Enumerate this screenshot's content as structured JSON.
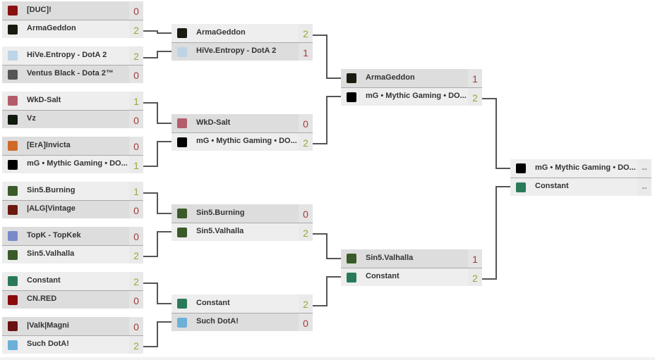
{
  "colors": {
    "win_score": "#95a83a",
    "lose_score": "#a33a3a",
    "connector": "#555555"
  },
  "rounds": [
    {
      "name": "round-1",
      "matches": [
        {
          "teams": [
            {
              "name": "[DUC]!",
              "score": "0",
              "result": "lose",
              "icon": "duc-logo-icon",
              "color": "#8b1010"
            },
            {
              "name": "ArmaGeddon",
              "score": "2",
              "result": "win",
              "icon": "armageddon-logo-icon",
              "color": "#1a1a10"
            }
          ]
        },
        {
          "teams": [
            {
              "name": "HiVe.Entropy - DotA 2",
              "score": "2",
              "result": "win",
              "icon": "hive-logo-icon",
              "color": "#bcd4e6"
            },
            {
              "name": "Ventus Black - Dota 2™",
              "score": "0",
              "result": "lose",
              "icon": "ventus-logo-icon",
              "color": "#555555"
            }
          ]
        },
        {
          "teams": [
            {
              "name": "WkD-Salt",
              "score": "1",
              "result": "win",
              "icon": "wkd-logo-icon",
              "color": "#b35d6a"
            },
            {
              "name": "Vz",
              "score": "0",
              "result": "lose",
              "icon": "vz-logo-icon",
              "color": "#0d1a0d"
            }
          ]
        },
        {
          "teams": [
            {
              "name": "[ErA]Invicta",
              "score": "0",
              "result": "lose",
              "icon": "era-logo-icon",
              "color": "#d06a28"
            },
            {
              "name": "mG • Mythic Gaming • DO...",
              "score": "1",
              "result": "win",
              "icon": "mythic-logo-icon",
              "color": "#000000"
            }
          ]
        },
        {
          "teams": [
            {
              "name": "Sin5.Burning",
              "score": "1",
              "result": "win",
              "icon": "sin5-logo-icon",
              "color": "#3b5a2a"
            },
            {
              "name": "|ALG|Vintage",
              "score": "0",
              "result": "lose",
              "icon": "alg-logo-icon",
              "color": "#6b1a10"
            }
          ]
        },
        {
          "teams": [
            {
              "name": "TopK - TopKek",
              "score": "0",
              "result": "lose",
              "icon": "topk-logo-icon",
              "color": "#7a8ac8"
            },
            {
              "name": "Sin5.Valhalla",
              "score": "2",
              "result": "win",
              "icon": "sin5-logo-icon",
              "color": "#3b5a2a"
            }
          ]
        },
        {
          "teams": [
            {
              "name": "Constant",
              "score": "2",
              "result": "win",
              "icon": "constant-logo-icon",
              "color": "#2a7a5a"
            },
            {
              "name": "CN.RED",
              "score": "0",
              "result": "lose",
              "icon": "cnred-logo-icon",
              "color": "#8a0a0a"
            }
          ]
        },
        {
          "teams": [
            {
              "name": "|Valk|Magni",
              "score": "0",
              "result": "lose",
              "icon": "valk-logo-icon",
              "color": "#6a1010"
            },
            {
              "name": "Such DotA!",
              "score": "2",
              "result": "win",
              "icon": "such-dota-logo-icon",
              "color": "#6cb0d8"
            }
          ]
        }
      ]
    },
    {
      "name": "round-2",
      "matches": [
        {
          "teams": [
            {
              "name": "ArmaGeddon",
              "score": "2",
              "result": "win",
              "icon": "armageddon-logo-icon",
              "color": "#1a1a10"
            },
            {
              "name": "HiVe.Entropy - DotA 2",
              "score": "1",
              "result": "lose",
              "icon": "hive-logo-icon",
              "color": "#bcd4e6"
            }
          ]
        },
        {
          "teams": [
            {
              "name": "WkD-Salt",
              "score": "0",
              "result": "lose",
              "icon": "wkd-logo-icon",
              "color": "#b35d6a"
            },
            {
              "name": "mG • Mythic Gaming • DO...",
              "score": "2",
              "result": "win",
              "icon": "mythic-logo-icon",
              "color": "#000000"
            }
          ]
        },
        {
          "teams": [
            {
              "name": "Sin5.Burning",
              "score": "0",
              "result": "lose",
              "icon": "sin5-logo-icon",
              "color": "#3b5a2a"
            },
            {
              "name": "Sin5.Valhalla",
              "score": "2",
              "result": "win",
              "icon": "sin5-logo-icon",
              "color": "#3b5a2a"
            }
          ]
        },
        {
          "teams": [
            {
              "name": "Constant",
              "score": "2",
              "result": "win",
              "icon": "constant-logo-icon",
              "color": "#2a7a5a"
            },
            {
              "name": "Such DotA!",
              "score": "0",
              "result": "lose",
              "icon": "such-dota-logo-icon",
              "color": "#6cb0d8"
            }
          ]
        }
      ]
    },
    {
      "name": "round-3",
      "matches": [
        {
          "teams": [
            {
              "name": "ArmaGeddon",
              "score": "1",
              "result": "lose",
              "icon": "armageddon-logo-icon",
              "color": "#1a1a10"
            },
            {
              "name": "mG • Mythic Gaming • DO...",
              "score": "2",
              "result": "win",
              "icon": "mythic-logo-icon",
              "color": "#000000"
            }
          ]
        },
        {
          "teams": [
            {
              "name": "Sin5.Valhalla",
              "score": "1",
              "result": "lose",
              "icon": "sin5-logo-icon",
              "color": "#3b5a2a"
            },
            {
              "name": "Constant",
              "score": "2",
              "result": "win",
              "icon": "constant-logo-icon",
              "color": "#2a7a5a"
            }
          ]
        }
      ]
    },
    {
      "name": "final",
      "matches": [
        {
          "teams": [
            {
              "name": "mG • Mythic Gaming • DO...",
              "score": "--",
              "result": "none",
              "icon": "mythic-logo-icon",
              "color": "#000000"
            },
            {
              "name": "Constant",
              "score": "--",
              "result": "none",
              "icon": "constant-logo-icon",
              "color": "#2a7a5a"
            }
          ]
        }
      ]
    }
  ]
}
